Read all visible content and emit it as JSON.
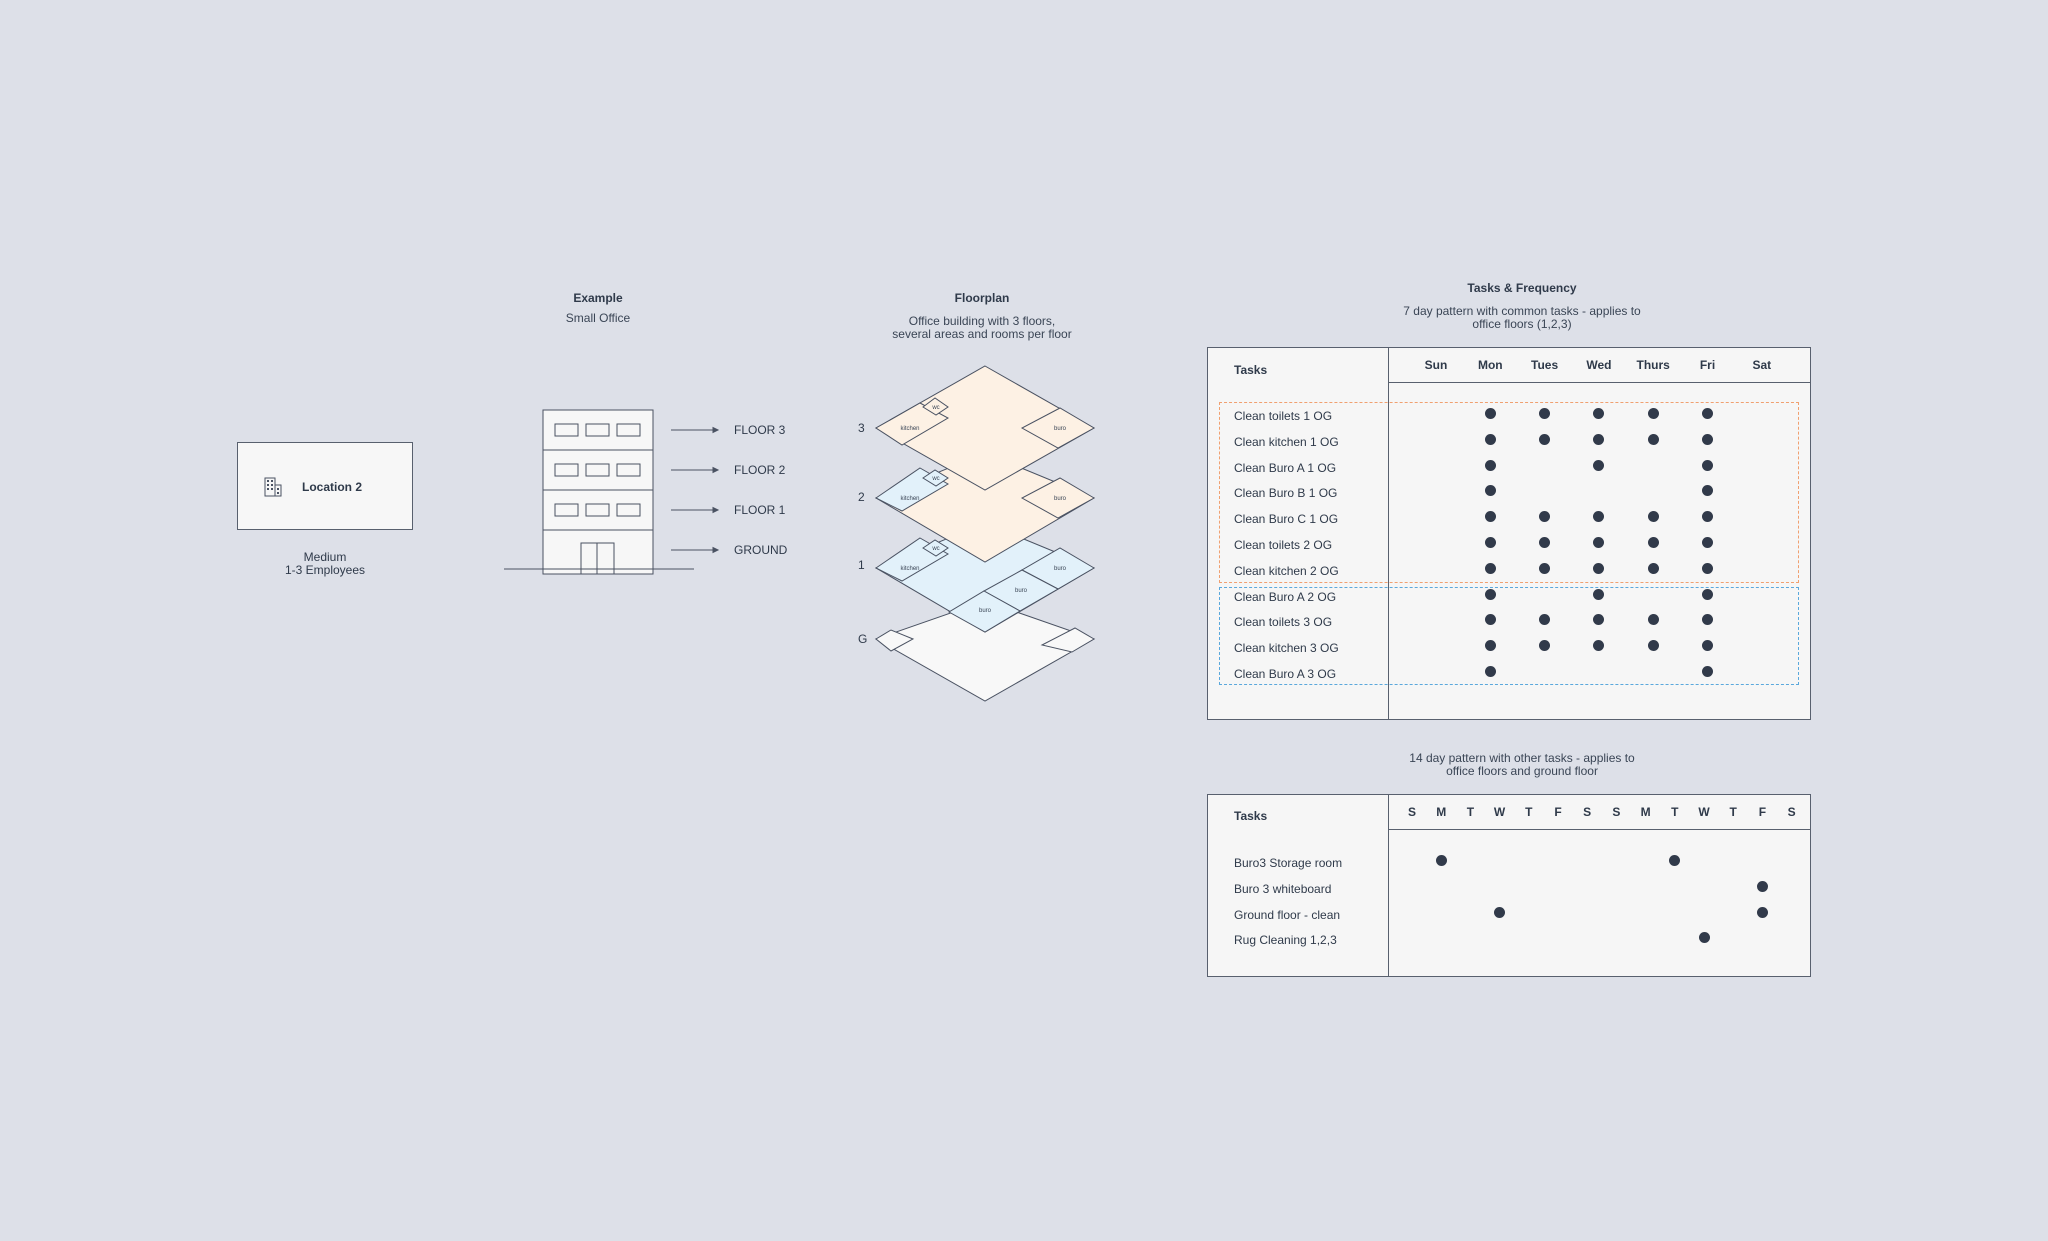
{
  "example": {
    "title": "Example",
    "subtitle": "Small Office"
  },
  "location": {
    "label": "Location 2",
    "caption_line1": "Medium",
    "caption_line2": "1-3 Employees",
    "icon": "building-icon"
  },
  "building": {
    "floors": [
      "FLOOR 3",
      "FLOOR 2",
      "FLOOR 1",
      "GROUND"
    ]
  },
  "floorplan": {
    "title": "Floorplan",
    "subtitle_line1": "Office building with 3 floors,",
    "subtitle_line2": "several areas and rooms per floor",
    "levels": [
      "3",
      "2",
      "1",
      "G"
    ],
    "rooms": {
      "wc": "wc",
      "kitchen": "kitchen",
      "buro": "buro"
    },
    "colors": {
      "floor3": "#fdf1e4",
      "floor2": "#fdf1e4",
      "floor1": "#e2f1fa",
      "ground": "#f8f8f8"
    }
  },
  "tasks_frequency": {
    "title": "Tasks & Frequency",
    "weekly_subtitle_line1": "7 day pattern with common tasks - applies to",
    "weekly_subtitle_line2": "office floors (1,2,3)",
    "weekly": {
      "tasks_header": "Tasks",
      "days": [
        "Sun",
        "Mon",
        "Tues",
        "Wed",
        "Thurs",
        "Fri",
        "Sat"
      ],
      "rows": [
        {
          "task": "Clean toilets 1 OG",
          "days": [
            1,
            2,
            3,
            4,
            5
          ]
        },
        {
          "task": "Clean kitchen 1 OG",
          "days": [
            1,
            2,
            3,
            4,
            5
          ]
        },
        {
          "task": "Clean Buro A 1 OG",
          "days": [
            1,
            3,
            5
          ]
        },
        {
          "task": "Clean Buro B 1 OG",
          "days": [
            1,
            5
          ]
        },
        {
          "task": "Clean Buro C 1 OG",
          "days": [
            1,
            2,
            3,
            4,
            5
          ]
        },
        {
          "task": "Clean toilets 2 OG",
          "days": [
            1,
            2,
            3,
            4,
            5
          ]
        },
        {
          "task": "Clean kitchen 2 OG",
          "days": [
            1,
            2,
            3,
            4,
            5
          ]
        },
        {
          "task": "Clean Buro A 2 OG",
          "days": [
            1,
            3,
            5
          ]
        },
        {
          "task": "Clean toilets 3 OG",
          "days": [
            1,
            2,
            3,
            4,
            5
          ]
        },
        {
          "task": "Clean kitchen 3 OG",
          "days": [
            1,
            2,
            3,
            4,
            5
          ]
        },
        {
          "task": "Clean Buro A 3 OG",
          "days": [
            1,
            5
          ]
        }
      ],
      "group_colors": {
        "orange": "#f0a070",
        "blue": "#5aa8dc"
      }
    },
    "biweekly_subtitle_line1": "14 day pattern with other tasks - applies to",
    "biweekly_subtitle_line2": "office floors and ground floor",
    "biweekly": {
      "tasks_header": "Tasks",
      "days": [
        "S",
        "M",
        "T",
        "W",
        "T",
        "F",
        "S",
        "S",
        "M",
        "T",
        "W",
        "T",
        "F",
        "S"
      ],
      "rows": [
        {
          "task": "Buro3 Storage room",
          "days": [
            1,
            9
          ]
        },
        {
          "task": "Buro 3 whiteboard",
          "days": [
            12
          ]
        },
        {
          "task": "Ground floor - clean",
          "days": [
            3,
            12
          ]
        },
        {
          "task": "Rug Cleaning 1,2,3",
          "days": [
            10
          ]
        }
      ]
    }
  }
}
